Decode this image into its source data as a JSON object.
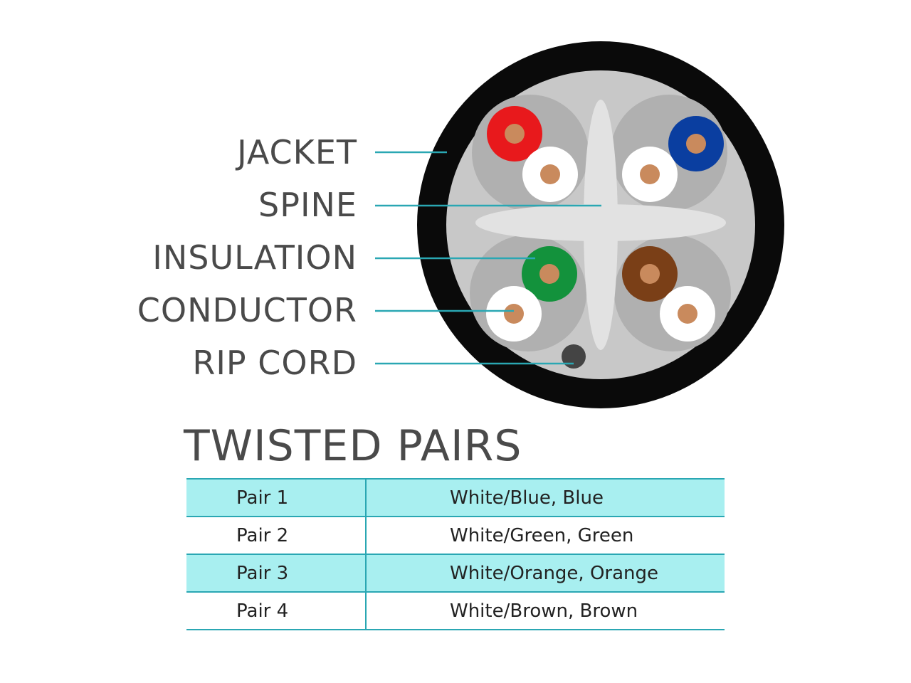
{
  "colors": {
    "jacket": "#0a0a0a",
    "fill": "#c8c8c8",
    "spine": "#e2e2e2",
    "lobe": "#b0b0b0",
    "conductor": "#c98a5d",
    "red": "#e8191c",
    "blue": "#0a3ea0",
    "green": "#13923c",
    "brown": "#7a3f17",
    "white": "#ffffff",
    "rip_cord": "#444444",
    "leader": "#2aa7b3",
    "row_shade": "#a8eff0"
  },
  "callouts": [
    {
      "label": "JACKET"
    },
    {
      "label": "SPINE"
    },
    {
      "label": "INSULATION"
    },
    {
      "label": "CONDUCTOR"
    },
    {
      "label": "RIP CORD"
    }
  ],
  "section_title": "TWISTED PAIRS",
  "pairs": [
    {
      "name": "Pair 1",
      "colors": "White/Blue, Blue"
    },
    {
      "name": "Pair 2",
      "colors": "White/Green, Green"
    },
    {
      "name": "Pair 3",
      "colors": "White/Orange, Orange"
    },
    {
      "name": "Pair 4",
      "colors": "White/Brown, Brown"
    }
  ]
}
